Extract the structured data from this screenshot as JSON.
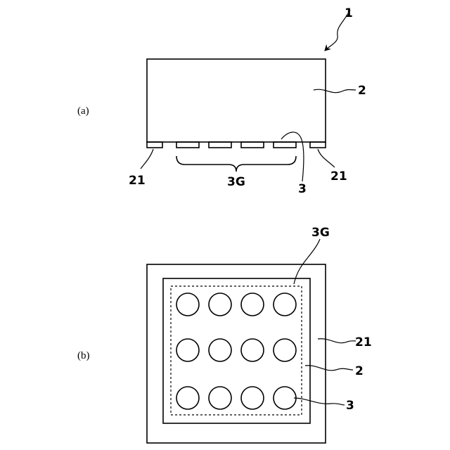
{
  "panels": {
    "a": "(a)",
    "b": "(b)"
  },
  "labels": {
    "device": "1",
    "body": "2",
    "terminal_group": "3G",
    "terminal": "3",
    "substrate": "21"
  }
}
